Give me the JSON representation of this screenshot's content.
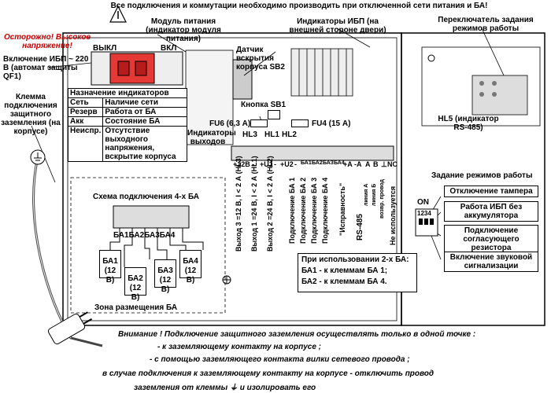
{
  "header": {
    "warning_top": "Все подключения и коммутации необходимо производить при отключенной сети питания и БА!"
  },
  "labels": {
    "caution": "Осторожно! Высокое напряжение!",
    "power_on": "Включение ИБП ~ 220 В (автомат защиты QF1)",
    "ground_clamp": "Клемма подключения защитного заземления (на корпусе)",
    "power_module": "Модуль питания (индикатор модуля питания)",
    "switch_off": "ВЫКЛ",
    "switch_on": "ВКЛ",
    "door_indicators": "Индикаторы ИБП (на внешней стороне двери)",
    "tamper_sensor": "Датчик вскрытия корпуса SB2",
    "mode_switch": "Переключатель задания режимов работы",
    "button_sb1": "Кнопка SB1",
    "fu6": "FU6 (6,3 А)",
    "fu4": "FU4 (15 А)",
    "output_indicators": "Индикаторы выходов",
    "hl3": "HL3",
    "hl1": "HL1",
    "hl2": "HL2",
    "hl5": "HL5 (индикатор RS-485)",
    "mode_setting": "Задание режимов работы",
    "on_label": "ON",
    "dip_numbers": "1234",
    "schema_title": "Схема подключения 4-х БА",
    "zone": "Зона размещения БА",
    "two_ba_title": "При использовании 2-х БА:",
    "two_ba_1": "БА1 - к клеммам БА 1;",
    "two_ba_2": "БА2 - к клеммам БА 4."
  },
  "indicator_table": {
    "title": "Назначение индикаторов",
    "rows": [
      [
        "Сеть",
        "Наличие сети"
      ],
      [
        "Резерв",
        "Работа от БА"
      ],
      [
        "Акк",
        "Состояние БА"
      ],
      [
        "Неиспр.",
        "Отсутствие выходного напряжения, вскрытие корпуса"
      ]
    ]
  },
  "terminals": [
    "+12В",
    "-",
    "+U1",
    "-",
    "+U2",
    "-",
    "БА1",
    "БА2",
    "БА3",
    "БА4",
    "+А",
    "-А",
    "А",
    "В",
    "⊥",
    "NC"
  ],
  "vertical_labels": [
    "Выход 3 =12 В, I < 2 А (HL3)",
    "Выход 1 =24 В, I < 2 А (HL1)",
    "Выход 2 =24 В, I < 2 А (HL2)",
    "Подключение БА 1",
    "Подключение БА 2",
    "Подключение БА 3",
    "Подключение БА 4",
    "\"Исправность\"",
    "RS-485",
    "линия А",
    "линия Б",
    "возвр. провод",
    "Не используется"
  ],
  "mode_options": [
    "Отключение тампера",
    "Работа ИБП без аккумулятора",
    "Подключение согласующего резистора",
    "Включение звуковой сигнализации"
  ],
  "batteries": [
    {
      "label": "БА1",
      "cell": "БА1 (12 В)"
    },
    {
      "label": "БА2",
      "cell": "БА2 (12 В)"
    },
    {
      "label": "БА3",
      "cell": "БА3 (12 В)"
    },
    {
      "label": "БА4",
      "cell": "БА4 (12 В)"
    }
  ],
  "footer": {
    "line1": "Внимание ! Подключение защитного заземления осуществлять только в одной точке :",
    "line2": "- к заземляющему контакту на корпусе ;",
    "line3": "- с помощью заземляющего контакта вилки сетевого провода ;",
    "line4": "в случае подключения к заземляющему контакту на корпусе - отключить провод",
    "line5": "заземления от клеммы ⏚ и изолировать его"
  }
}
